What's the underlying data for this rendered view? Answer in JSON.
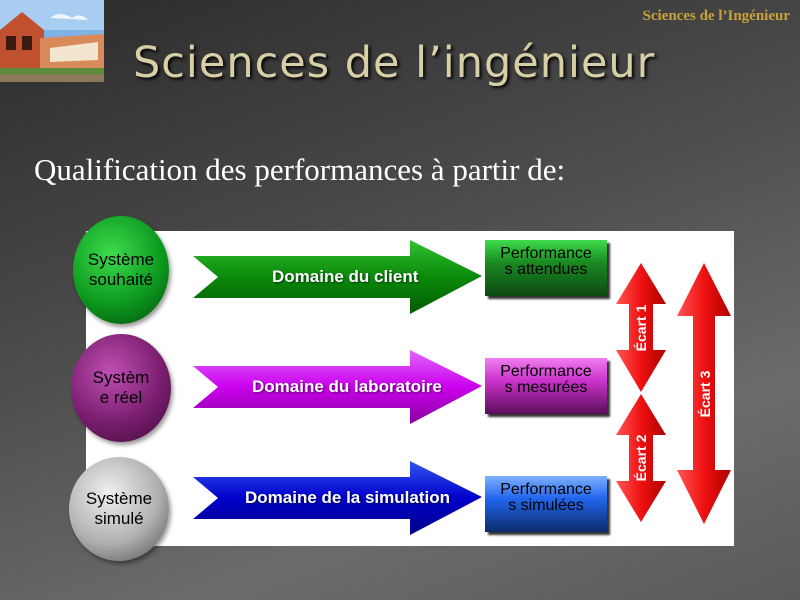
{
  "header": {
    "corner_label": "Sciences de l’Ingénieur",
    "title": "Sciences de l’ingénieur",
    "subtitle": "Qualification des performances à partir de:"
  },
  "diagram": {
    "systems": [
      {
        "line1": "Système",
        "line2": "souhaité",
        "color": "#0d9a1f"
      },
      {
        "line1": "Systèm",
        "line2": "e réel",
        "color": "#7a1e6f"
      },
      {
        "line1": "Système",
        "line2": "simulé",
        "color": "#9a9a9a"
      }
    ],
    "domains": [
      {
        "label": "Domaine du client",
        "color": "#0a8a0a"
      },
      {
        "label": "Domaine du laboratoire",
        "color": "#cc00ee"
      },
      {
        "label": "Domaine de la simulation",
        "color": "#0000cc"
      }
    ],
    "performances": [
      {
        "line1": "Performance",
        "line2": "s attendues"
      },
      {
        "line1": "Performance",
        "line2": "s mesurées"
      },
      {
        "line1": "Performance",
        "line2": "s simulées"
      }
    ],
    "gaps": [
      {
        "label": "Écart 1"
      },
      {
        "label": "Écart 2"
      },
      {
        "label": "Écart 3"
      }
    ],
    "gap_color": "#ee1111"
  }
}
